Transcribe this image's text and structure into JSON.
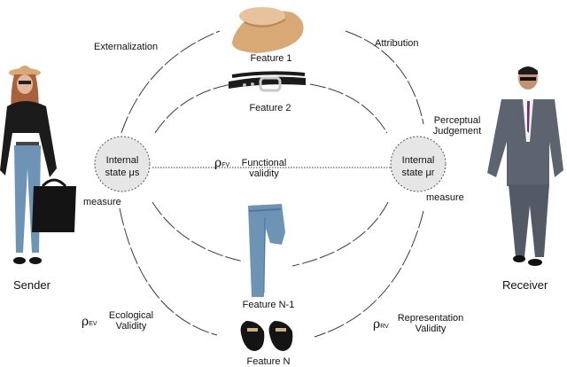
{
  "labels": {
    "externalization": "Externalization",
    "attribution": "Attribution",
    "perceptual": "Perceptual\nJudgement",
    "feature1": "Feature 1",
    "feature2": "Feature 2",
    "featureN1": "Feature N-1",
    "featureN": "Feature N",
    "sender": "Sender",
    "receiver": "Receiver",
    "internal_left": "Internal\nstate μs",
    "internal_right": "Internal\nstate μr",
    "measure_left": "measure",
    "measure_right": "measure",
    "rho": "ρ",
    "fv_sub": "FV",
    "functional": "Functional\nvalidity",
    "ev_sub": "EV",
    "ecological": "Ecological\nValidity",
    "rv_sub": "RV",
    "representation": "Representation\nValidity"
  },
  "colors": {
    "line": "#3a3a3a",
    "node_fill": "#e6e6e6",
    "hat": "#d8a875",
    "denim": "#6d93b5",
    "suit": "#5d6470",
    "black": "#1b1b1b"
  }
}
